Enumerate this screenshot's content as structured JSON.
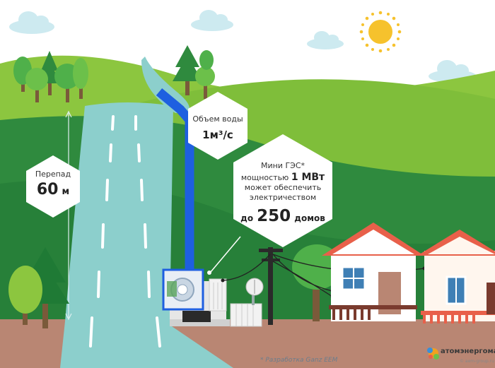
{
  "head": {
    "label": "Перепад",
    "value": "60",
    "unit": "м"
  },
  "water": {
    "label": "Объем воды",
    "value": "1м³/с"
  },
  "plant": {
    "line1": "Мини ГЭС*",
    "line2_prefix": "мощностью",
    "line2_value": "1 МВт",
    "line3": "может обеспечить",
    "line4": "электричеством",
    "line5_prefix": "до",
    "line5_value": "250",
    "line5_suffix": "домов"
  },
  "footnote": "* Разработка Ganz EEM",
  "logo": {
    "name": "атомэнергомаш",
    "url": "© aem-group.ru"
  },
  "colors": {
    "sky": "#ffffff",
    "hill_light": "#8cc63f",
    "hill_dark": "#2f8a3e",
    "river": "#8ccfcc",
    "pipe": "#1e5fe0",
    "ground": "#b98673",
    "house_roof": "#e8604a",
    "sun": "#f6c22d"
  }
}
